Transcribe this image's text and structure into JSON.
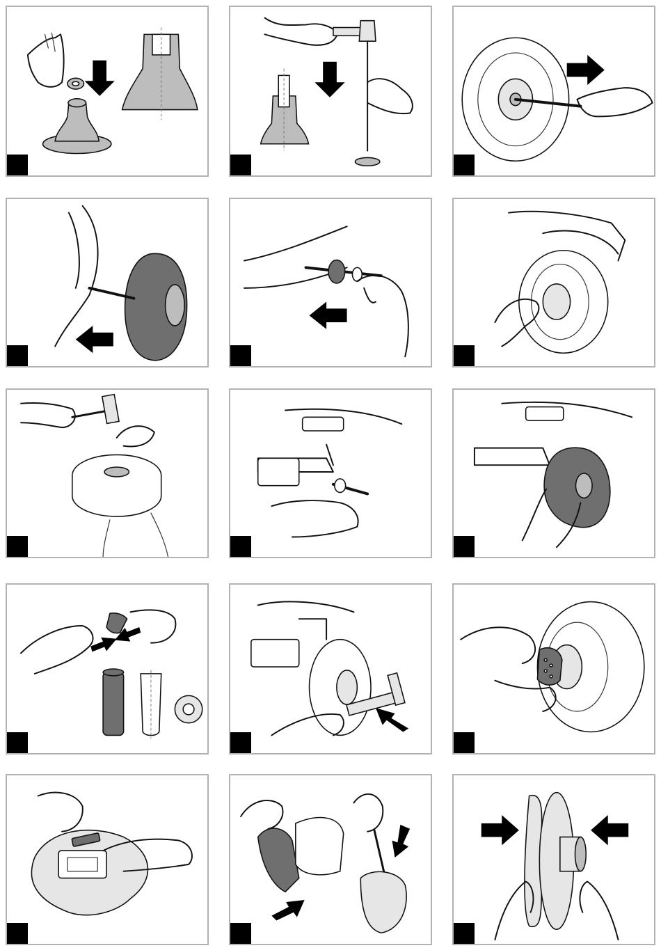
{
  "panels": [
    {
      "id": 1,
      "icons": [
        "hand-icon",
        "washer-icon",
        "arrow-down-icon",
        "cap-icon"
      ]
    },
    {
      "id": 2,
      "icons": [
        "hand-icon",
        "hammer-icon",
        "arrow-down-icon",
        "cap-icon"
      ]
    },
    {
      "id": 3,
      "icons": [
        "wheel-icon",
        "axle-icon",
        "arrow-right-icon",
        "hand-icon"
      ]
    },
    {
      "id": 4,
      "icons": [
        "wheel-icon",
        "fender-icon",
        "arrow-left-icon"
      ]
    },
    {
      "id": 5,
      "icons": [
        "axle-icon",
        "washer-icon",
        "arrow-left-icon",
        "hand-icon"
      ]
    },
    {
      "id": 6,
      "icons": [
        "wheel-icon",
        "hand-icon",
        "vehicle-icon"
      ]
    },
    {
      "id": 7,
      "icons": [
        "hammer-icon",
        "wheel-icon",
        "hand-icon"
      ]
    },
    {
      "id": 8,
      "icons": [
        "vehicle-icon",
        "axle-icon",
        "hand-icon"
      ]
    },
    {
      "id": 9,
      "icons": [
        "vehicle-icon",
        "wheel-icon",
        "hand-icon"
      ]
    },
    {
      "id": 10,
      "icons": [
        "hand-icon",
        "tube-icon",
        "spacer-icon",
        "star-washer-icon"
      ]
    },
    {
      "id": 11,
      "icons": [
        "vehicle-icon",
        "wheel-icon",
        "hammer-icon",
        "arrow-left-icon"
      ]
    },
    {
      "id": 12,
      "icons": [
        "wheel-icon",
        "hub-cap-icon",
        "hand-icon"
      ]
    },
    {
      "id": 13,
      "icons": [
        "base-icon",
        "hand-icon",
        "sticker-icon"
      ]
    },
    {
      "id": 14,
      "icons": [
        "part-icon",
        "arrow-icon",
        "screwdriver-icon",
        "arrow-down-icon"
      ]
    },
    {
      "id": 15,
      "icons": [
        "steering-wheel-icon",
        "arrow-right-icon",
        "arrow-left-icon",
        "hand-icon"
      ]
    }
  ],
  "colors": {
    "border": "#b3b3b3",
    "badge": "#000000",
    "fill_gray": "#bdbdbd",
    "fill_dark": "#6f6f6f"
  }
}
